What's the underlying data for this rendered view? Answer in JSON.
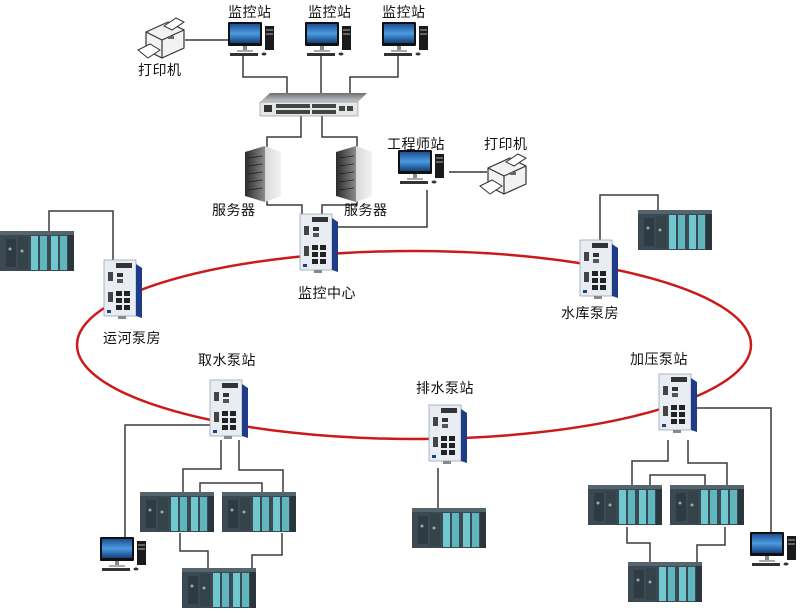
{
  "title": "Industrial Ethernet ring network topology",
  "colors": {
    "ring": "#cc1a1a",
    "wire": "#3a3a3a",
    "plc_body": "#3b4a52",
    "plc_module": "#6fc7cf",
    "switch_body": "#e8edf3",
    "switch_side": "#1f3d86",
    "monitor_screen": "#2a6fb8"
  },
  "labels": {
    "printer_top": "打印机",
    "monitor_station_1": "监控站",
    "monitor_station_2": "监控站",
    "monitor_station_3": "监控站",
    "engineer_station": "工程师站",
    "printer_right": "打印机",
    "server_1": "服务器",
    "server_2": "服务器",
    "monitor_center": "监控中心",
    "canal_pump_house": "运河泵房",
    "reservoir_pump_house": "水库泵房",
    "intake_pump_station": "取水泵站",
    "drainage_pump_station": "排水泵站",
    "booster_pump_station": "加压泵站"
  },
  "nodes": [
    {
      "id": "monitor-center",
      "type": "ring-switch",
      "label_key": "monitor_center"
    },
    {
      "id": "canal-pump-house",
      "type": "ring-switch",
      "label_key": "canal_pump_house"
    },
    {
      "id": "reservoir-pump-house",
      "type": "ring-switch",
      "label_key": "reservoir_pump_house"
    },
    {
      "id": "intake-pump-station",
      "type": "ring-switch",
      "label_key": "intake_pump_station"
    },
    {
      "id": "drainage-pump-station",
      "type": "ring-switch",
      "label_key": "drainage_pump_station"
    },
    {
      "id": "booster-pump-station",
      "type": "ring-switch",
      "label_key": "booster_pump_station"
    }
  ],
  "ring_topology": "redundant-ring"
}
